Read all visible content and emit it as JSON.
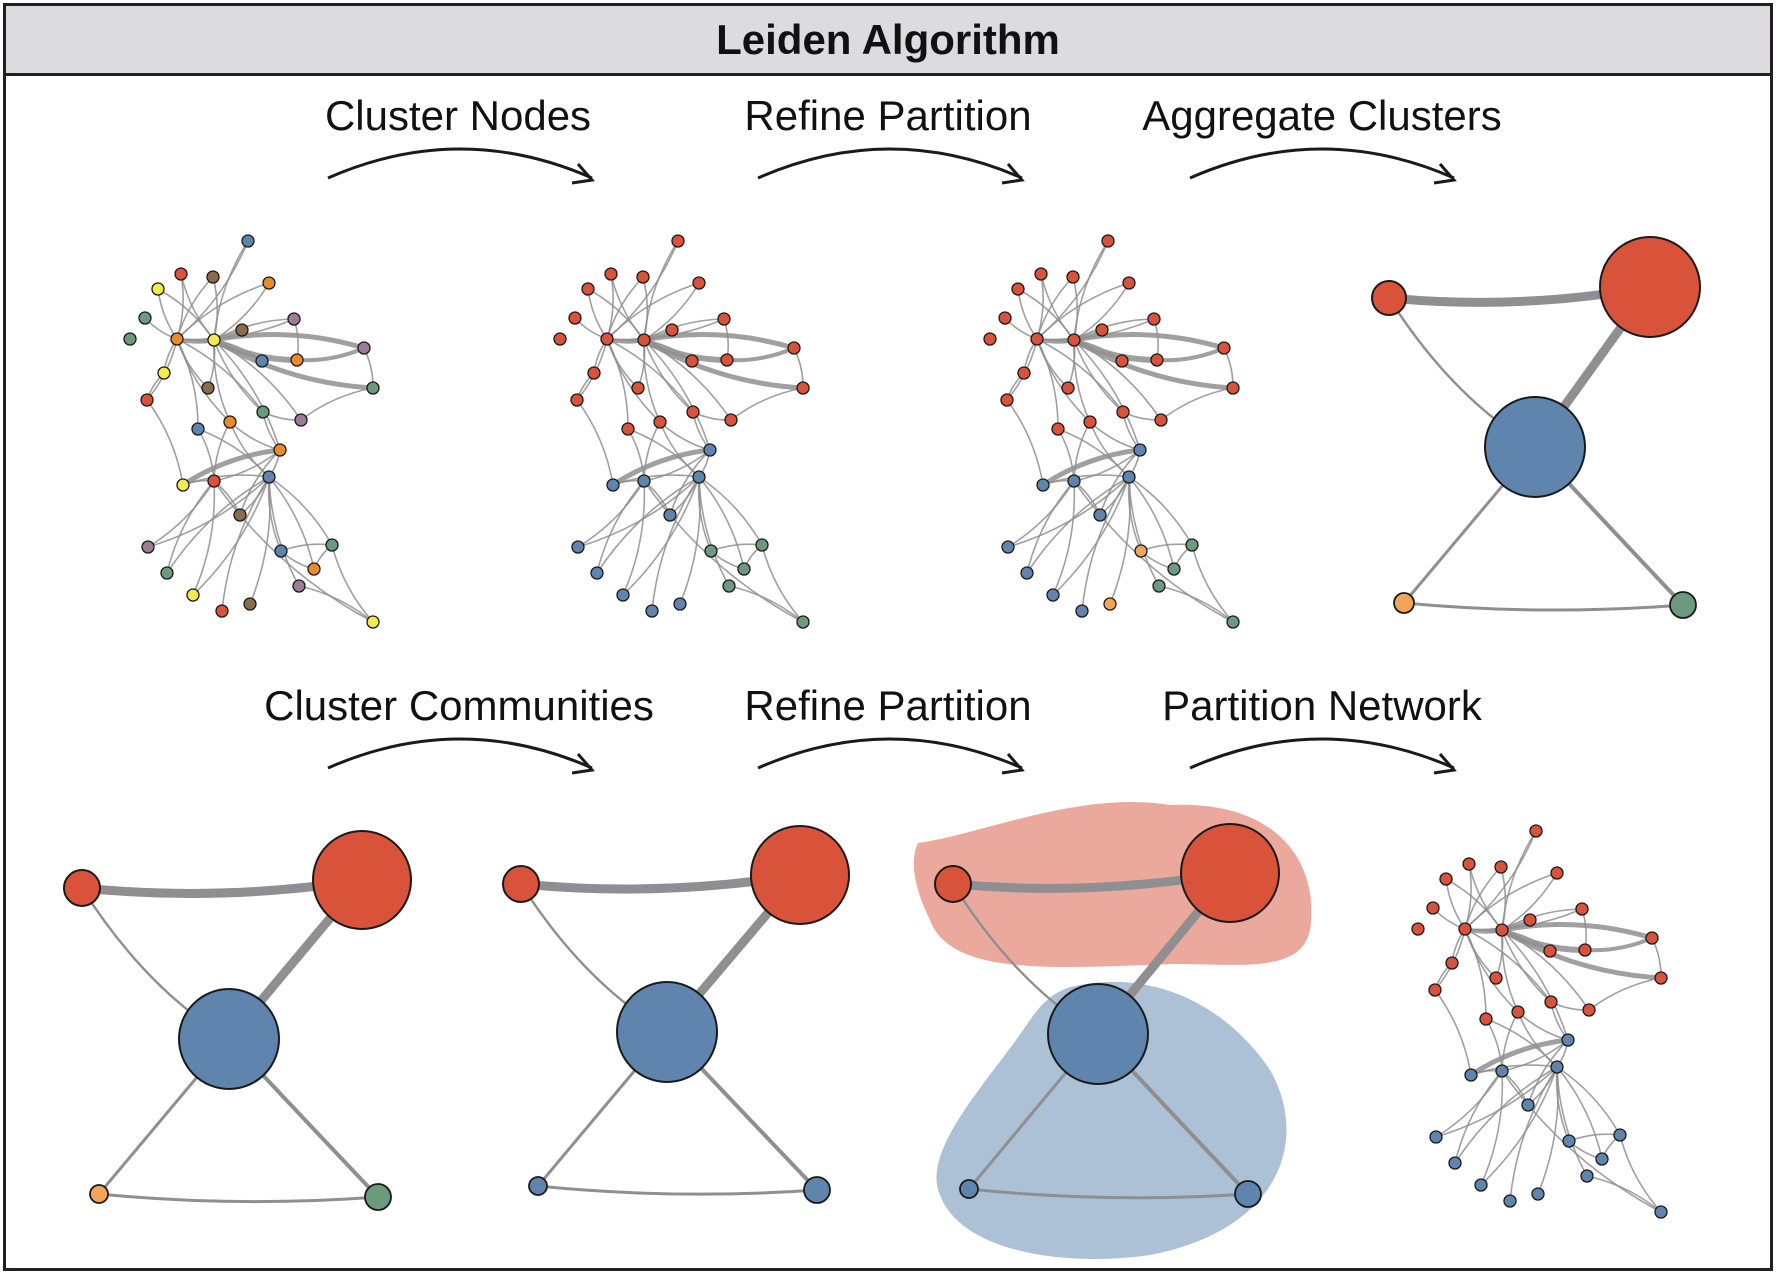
{
  "title": "Leiden Algorithm",
  "rows": [
    {
      "steps": [
        "Cluster Nodes",
        "Refine Partition",
        "Aggregate Clusters"
      ]
    },
    {
      "steps": [
        "Cluster Communities",
        "Refine Partition",
        "Partition Network"
      ]
    }
  ],
  "colors": {
    "red": "#d9523a",
    "blue": "#5f84ad",
    "orange": "#e98a2c",
    "yellow": "#f5ea4b",
    "green": "#6b9a7d",
    "brown": "#8c6b4c",
    "purple": "#9c7c96",
    "light_orange": "#f0a656",
    "edge": "#8f8f91",
    "red_region": "#e9a497",
    "blue_region": "#a8bdd4",
    "frame": "#231f20",
    "title_bg": "#dcdcde"
  },
  "icons": {
    "arrow": "curved-arrow-icon"
  }
}
